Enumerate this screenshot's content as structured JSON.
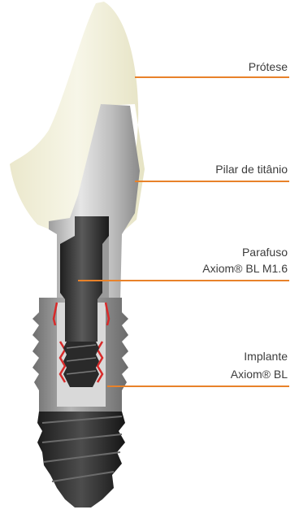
{
  "labels": {
    "protese": "Prótese",
    "pilar": "Pilar de titânio",
    "parafuso_line1": "Parafuso",
    "parafuso_line2": "Axiom® BL M1.6",
    "implante_line1": "Implante",
    "implante_line2": "Axiom® BL"
  },
  "colors": {
    "leader": "#e8822a",
    "crown": "#f2f0dc",
    "titanium": "#bfbfbf",
    "screw": "#2b2b2b",
    "implant": "#8c8c8c",
    "seal": "#d82a2a"
  }
}
